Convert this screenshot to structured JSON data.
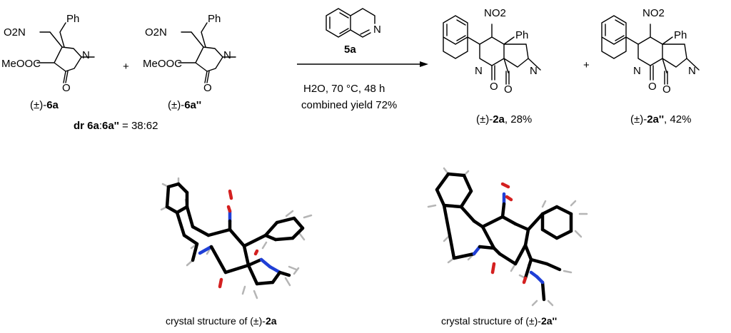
{
  "compounds": {
    "sm1": {
      "atoms": {
        "no2": "O2N",
        "ph": "Ph",
        "n": "N",
        "ester": "MeOOC",
        "o": "O"
      },
      "label_prefix": "(±)-",
      "label_id": "6a"
    },
    "sm2": {
      "atoms": {
        "no2": "O2N",
        "ph": "Ph",
        "n": "N",
        "ester": "MeOOC",
        "o": "O"
      },
      "label_prefix": "(±)-",
      "label_id": "6a''"
    },
    "plus1": "+",
    "dr": {
      "prefix": "dr ",
      "a": "6a",
      "sep": ":",
      "b": "6a''",
      "value": " = 38:62"
    },
    "reagent": {
      "n": "N",
      "label": "5a"
    },
    "conditions": {
      "line1": "H2O, 70 °C, 48 h",
      "line2": "combined yield 72%"
    },
    "p1": {
      "atoms": {
        "no2": "NO2",
        "ph": "Ph",
        "n": "N",
        "n2": "N",
        "o1": "O",
        "o2": "O"
      },
      "label_prefix": "(±)-",
      "label_id": "2a",
      "label_suffix": ", 28%"
    },
    "plus2": "+",
    "p2": {
      "atoms": {
        "no2": "NO2",
        "ph": "Ph",
        "n": "N",
        "n2": "N",
        "o1": "O",
        "o2": "O"
      },
      "label_prefix": "(±)-",
      "label_id": "2a''",
      "label_suffix": ", 42%"
    }
  },
  "crystals": {
    "c1": {
      "caption_prefix": "crystal structure of (±)-",
      "caption_id": "2a"
    },
    "c2": {
      "caption_prefix": "crystal structure of (±)-",
      "caption_id": "2a''"
    }
  },
  "colors": {
    "bond": "#000000",
    "nitrogen": "#1f3fd6",
    "oxygen": "#d42020",
    "hydrogen": "#b5b5b5"
  }
}
